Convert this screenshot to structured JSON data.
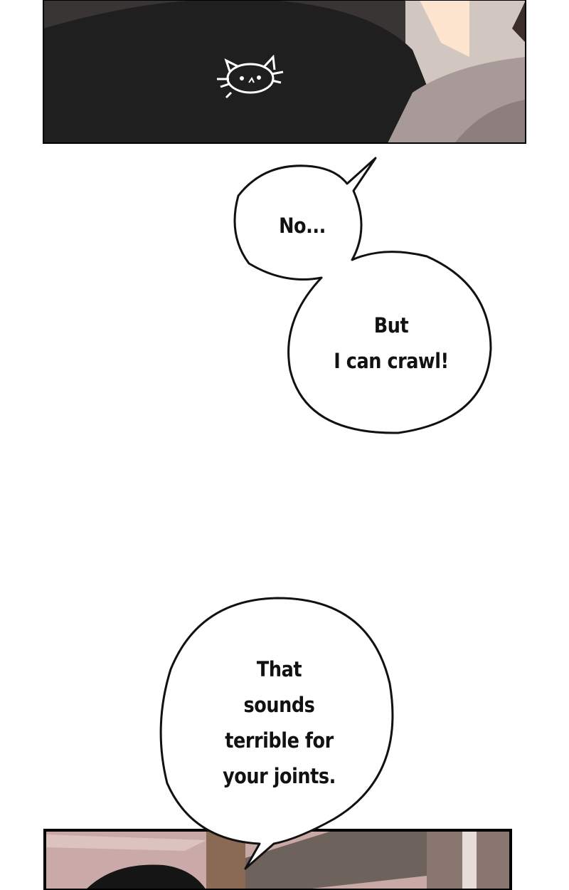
{
  "bubbles": {
    "first": {
      "line1": "No..."
    },
    "second": {
      "line1": "But",
      "line2": "I can crawl!"
    },
    "third": {
      "line1": "That",
      "line2": "sounds",
      "line3": "terrible for",
      "line4": "your joints."
    }
  },
  "colors": {
    "shirt": "#1f1f1f",
    "sleeve": "#a89a98",
    "skin": "#fde4cf",
    "roof": "#6e625d",
    "umbrella": "#c9a9a6",
    "brick": "#8a7670"
  }
}
